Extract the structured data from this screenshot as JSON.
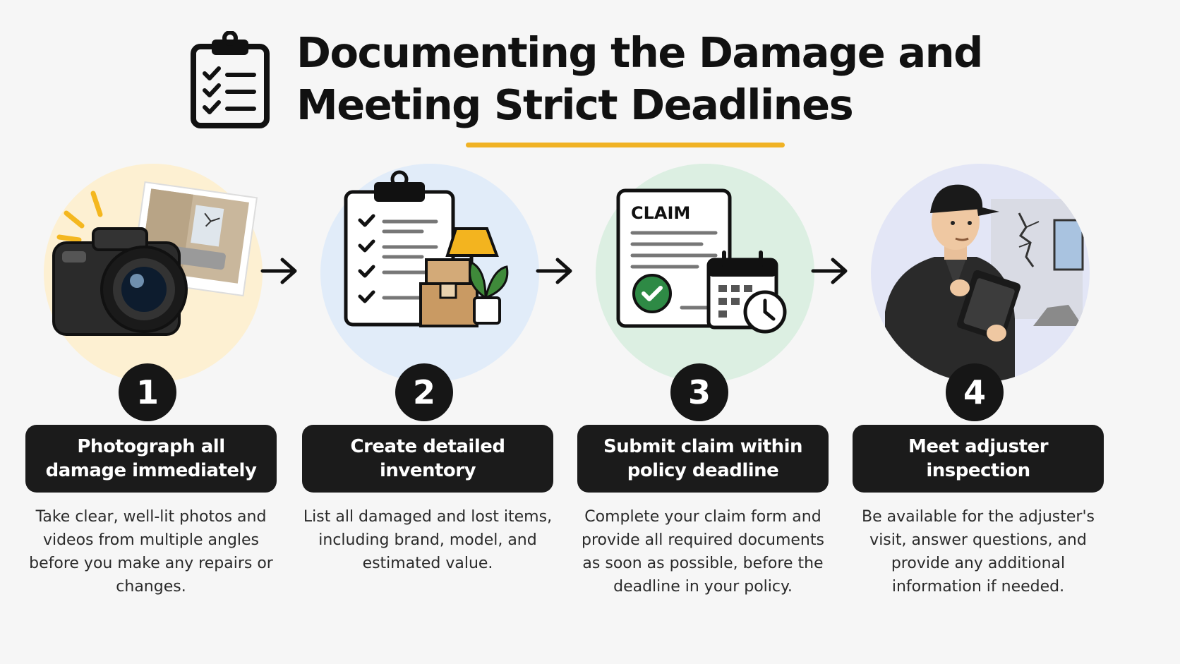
{
  "header": {
    "title_line1": "Documenting the Damage and",
    "title_line2": "Meeting Strict Deadlines",
    "icon": "clipboard-checklist-icon",
    "accent_color": "#f0b224"
  },
  "steps": [
    {
      "number": "1",
      "title": "Photograph all damage immediately",
      "description": "Take clear, well-lit photos and videos from multiple angles before you make any repairs or changes.",
      "icon": "camera-icon",
      "circle_color": "#fdf0d2"
    },
    {
      "number": "2",
      "title": "Create detailed inventory",
      "description": "List all damaged and lost items, including brand, model, and estimated value.",
      "icon": "inventory-checklist-icon",
      "circle_color": "#e1ecf9"
    },
    {
      "number": "3",
      "title": "Submit claim within policy deadline",
      "description": "Complete your claim form and provide all required documents as soon as possible, before the deadline in your policy.",
      "icon": "claim-form-icon",
      "claim_label": "CLAIM",
      "circle_color": "#dcefe2"
    },
    {
      "number": "4",
      "title": "Meet adjuster inspection",
      "description": "Be available for the adjuster's visit, answer questions, and provide any additional information if needed.",
      "icon": "adjuster-icon",
      "circle_color": "#e3e6f6"
    }
  ],
  "arrow_icon": "arrow-right-icon"
}
